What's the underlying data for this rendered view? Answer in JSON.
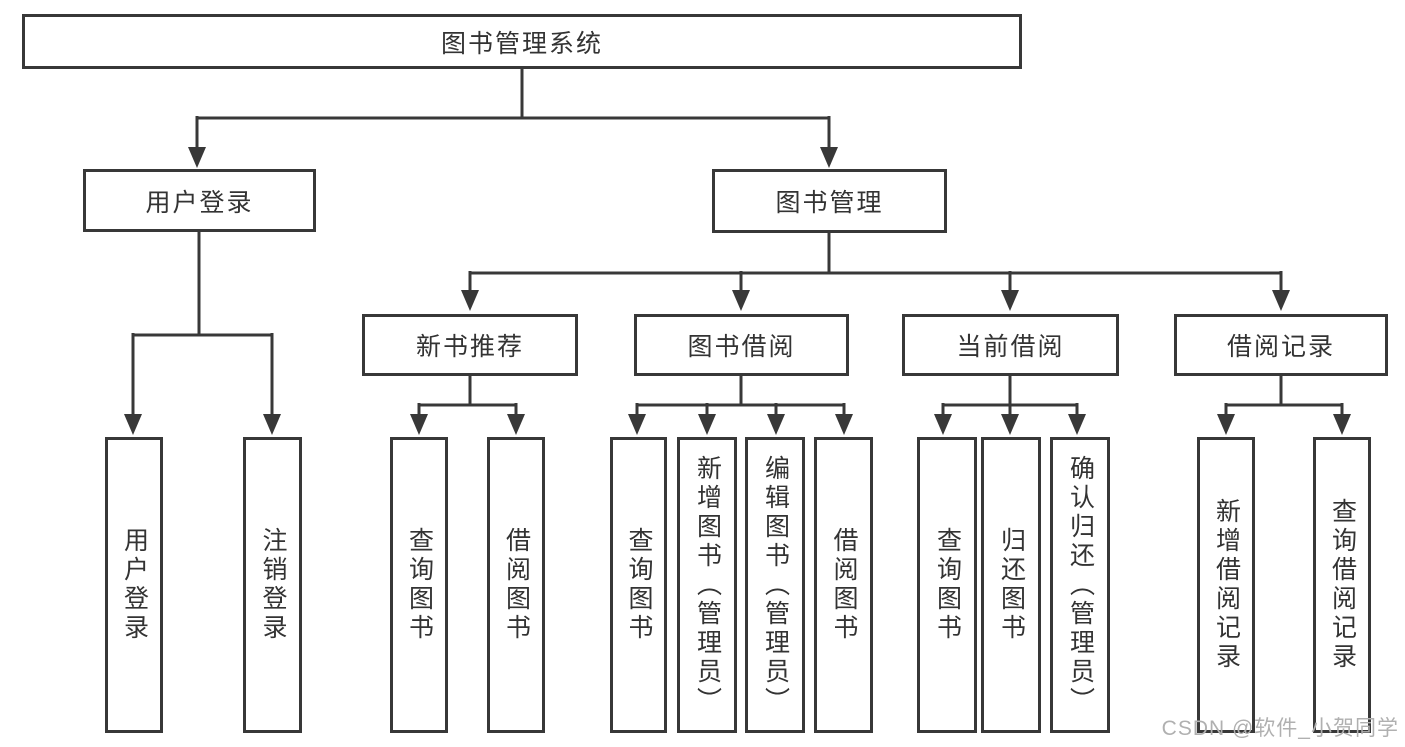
{
  "tree": {
    "label": "图书管理系统",
    "children": [
      {
        "label": "用户登录",
        "children": [
          {
            "label": "用户登录"
          },
          {
            "label": "注销登录"
          }
        ]
      },
      {
        "label": "图书管理",
        "children": [
          {
            "label": "新书推荐",
            "children": [
              {
                "label": "查询图书"
              },
              {
                "label": "借阅图书"
              }
            ]
          },
          {
            "label": "图书借阅",
            "children": [
              {
                "label": "查询图书"
              },
              {
                "label": "新增图书（管理员）"
              },
              {
                "label": "编辑图书（管理员）"
              },
              {
                "label": "借阅图书"
              }
            ]
          },
          {
            "label": "当前借阅",
            "children": [
              {
                "label": "查询图书"
              },
              {
                "label": "归还图书"
              },
              {
                "label": "确认归还（管理员）"
              }
            ]
          },
          {
            "label": "借阅记录",
            "children": [
              {
                "label": "新增借阅记录"
              },
              {
                "label": "查询借阅记录"
              }
            ]
          }
        ]
      }
    ]
  },
  "watermark": {
    "text": "CSDN @软件_小贺同学"
  },
  "colors": {
    "line": "#383838",
    "text": "#333333",
    "watermark": "#b0b0b0",
    "background": "#ffffff"
  }
}
